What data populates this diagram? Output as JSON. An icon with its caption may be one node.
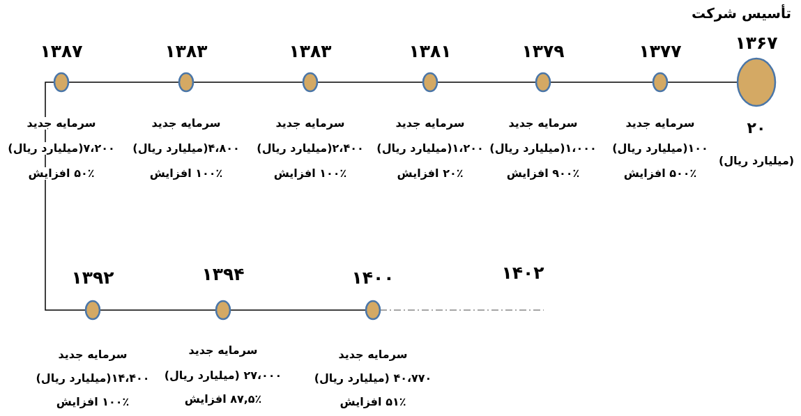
{
  "diagram": {
    "nodes": [
      {
        "text": [],
        "shape": "circle",
        "beside": [
          "تأسیس شرکت",
          "۱۳۶۷",
          "۲۰",
          "(میلیارد ریال)"
        ]
      },
      {
        "text": [],
        "shape": "circle",
        "beside": [
          "۱۳۷۷",
          "سرمایه جدید",
          "۱۰۰(میلیارد ریال)",
          "۵۰۰٪ افزایش"
        ]
      },
      {
        "text": [],
        "shape": "circle",
        "beside": [
          "۱۳۷۹",
          "سرمایه جدید",
          "۱،۰۰۰(میلیارد ریال)",
          "۹۰۰٪ افزایش"
        ]
      },
      {
        "text": [],
        "shape": "circle",
        "beside": [
          "۱۳۸۱",
          "سرمایه جدید",
          "۱،۲۰۰(میلیارد ریال)",
          "۲۰٪ افزایش"
        ]
      },
      {
        "text": [],
        "shape": "circle",
        "beside": [
          "۱۳۸۳",
          "سرمایه جدید",
          "۲،۴۰۰(میلیارد ریال)",
          "۱۰۰٪ افزایش"
        ]
      },
      {
        "text": [],
        "shape": "circle",
        "beside": [
          "۱۳۸۳",
          "سرمایه جدید",
          "۴،۸۰۰(میلیارد ریال)",
          "۱۰۰٪ افزایش"
        ]
      },
      {
        "text": [],
        "shape": "circle",
        "beside": [
          "۱۳۸۷",
          "سرمایه جدید",
          "۷،۲۰۰(میلیارد ریال)",
          "۵۰٪ افزایش"
        ]
      },
      {
        "text": [],
        "shape": "circle",
        "beside": [
          "۱۳۹۲",
          "سرمایه جدید",
          "۱۴،۴۰۰(میلیارد ریال)",
          "۱۰۰٪ افزایش"
        ]
      },
      {
        "text": [],
        "shape": "circle",
        "beside": [
          "۱۳۹۴",
          "سرمایه جدید",
          "۲۷،۰۰۰ (میلیارد ریال)",
          "۸۷,۵٪ افزایش"
        ]
      },
      {
        "text": [],
        "shape": "circle",
        "beside": [
          "۱۴۰۰",
          "سرمایه جدید",
          "۴۰،۷۷۰ (میلیارد ریال)",
          "۵۱٪ افزایش"
        ]
      }
    ],
    "edges": [
      {
        "from": 0,
        "to": 1,
        "arrow": "none"
      },
      {
        "from": 1,
        "to": 2,
        "arrow": "none"
      },
      {
        "from": 2,
        "to": 3,
        "arrow": "none"
      },
      {
        "from": 3,
        "to": 4,
        "arrow": "none"
      },
      {
        "from": 4,
        "to": 5,
        "arrow": "none"
      },
      {
        "from": 5,
        "to": 6,
        "arrow": "none"
      },
      {
        "from": 6,
        "to": 7,
        "arrow": "none"
      },
      {
        "from": 7,
        "to": 8,
        "arrow": "none"
      },
      {
        "from": 8,
        "to": 9,
        "arrow": "none"
      },
      {
        "from": 9,
        "to": null,
        "arrow": "none",
        "style": "dashed",
        "color": "#888888"
      }
    ],
    "labels": [
      "۱۴۰۲"
    ]
  }
}
